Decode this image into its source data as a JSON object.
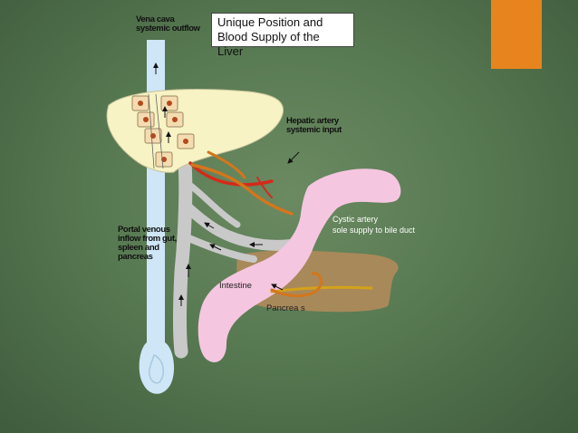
{
  "title": {
    "line1": "Unique Position and",
    "line2": "Blood Supply of the Liver"
  },
  "labels": {
    "vena_cava": "Vena cava\nsystemic outflow",
    "hepatic_artery": "Hepatic artery\nsystemic input",
    "portal_venous": "Portal venous\ninflow from gut,\nspleen and\npancreas",
    "intestine": "Intestine",
    "pancreas": "Pancrea s",
    "cystic_artery": "Cystic artery\nsole supply to bile duct"
  },
  "colors": {
    "accent": "#e8841e",
    "vena_cava": "#cfe6f7",
    "liver": "#f7f3c4",
    "portal_vein": "#c9c9c9",
    "intestine": "#f5c6e0",
    "pancreas": "#a8895a",
    "hepatic_artery_red": "#d42a1a",
    "hepatic_artery_orange": "#d4761c"
  }
}
